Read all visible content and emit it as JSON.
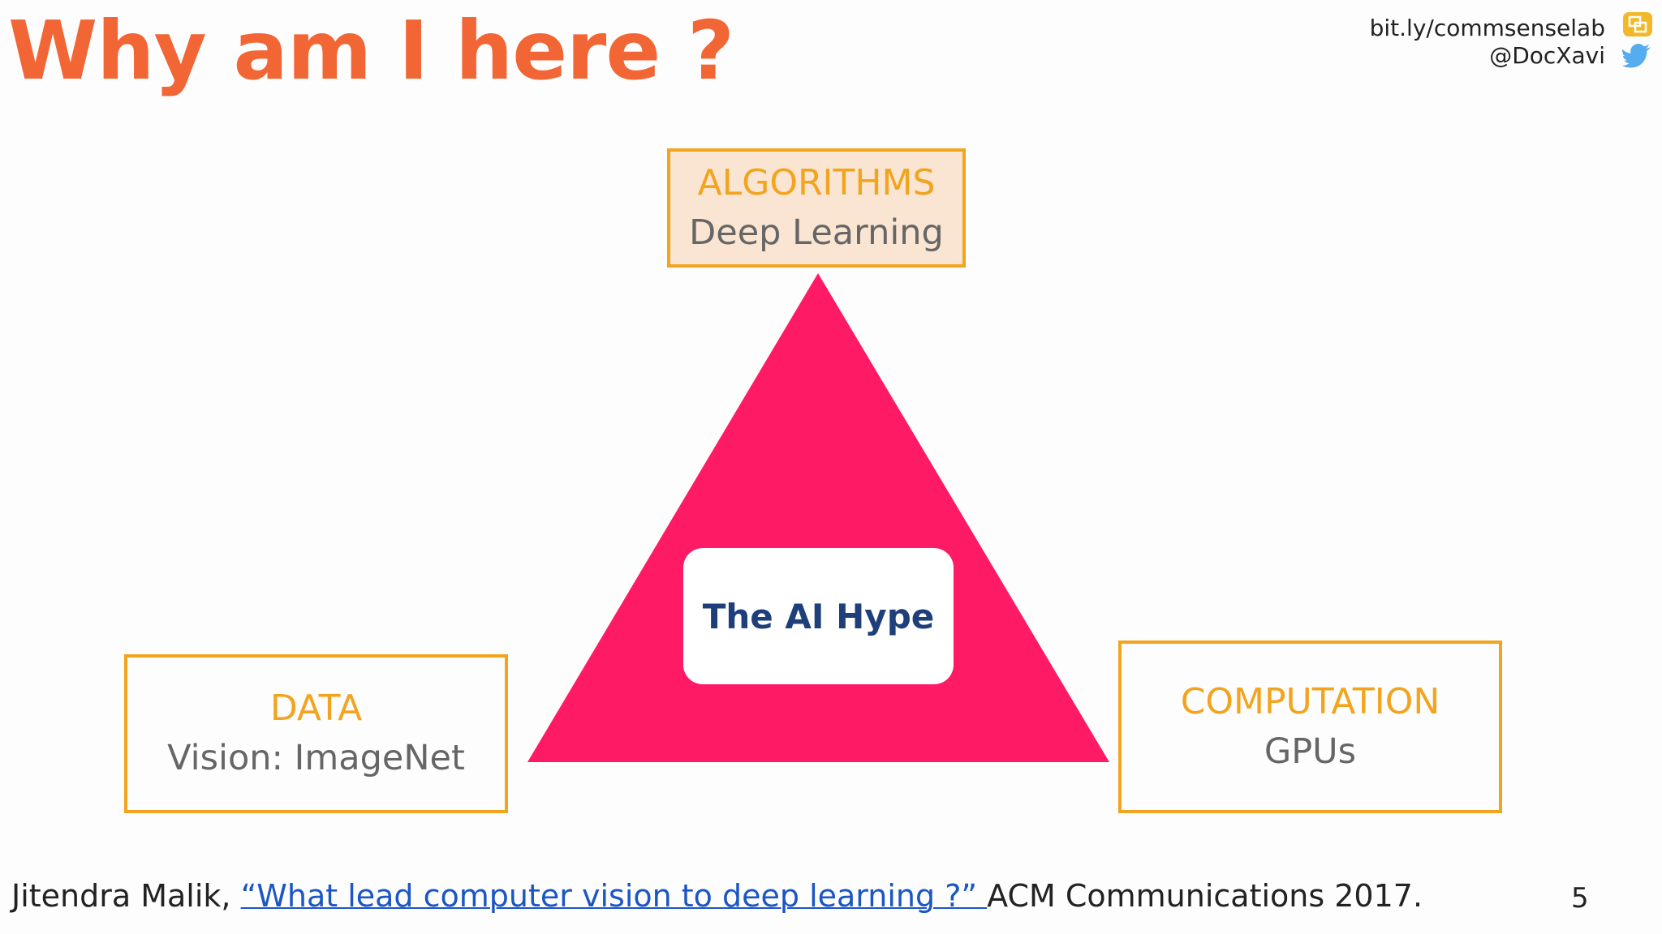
{
  "slide": {
    "title": "Why am I here ?",
    "page_number": "5"
  },
  "header": {
    "link": "bit.ly/commsenselab",
    "handle": "@DocXavi",
    "icons": [
      "blog-icon",
      "twitter-icon"
    ]
  },
  "diagram": {
    "center_label": "The AI Hype",
    "nodes": {
      "algorithms": {
        "title": "ALGORITHMS",
        "subtitle": "Deep Learning"
      },
      "data": {
        "title": "DATA",
        "subtitle": "Vision: ImageNet"
      },
      "computation": {
        "title": "COMPUTATION",
        "subtitle": "GPUs"
      }
    }
  },
  "citation": {
    "author": "Jitendra Malik, ",
    "link_text": "“What lead computer vision to deep learning ?” ",
    "venue": "ACM Communications 2017."
  },
  "colors": {
    "title": "#f26636",
    "box_border": "#f2a41f",
    "box_title": "#f2a41f",
    "box_subtitle": "#666666",
    "triangle": "#ff1a66",
    "hype_text": "#1e3f7a",
    "link": "#1a56c4",
    "algorithms_fill": "#fae5d2",
    "blog_icon": "#f2b829",
    "twitter_icon": "#55acee"
  }
}
